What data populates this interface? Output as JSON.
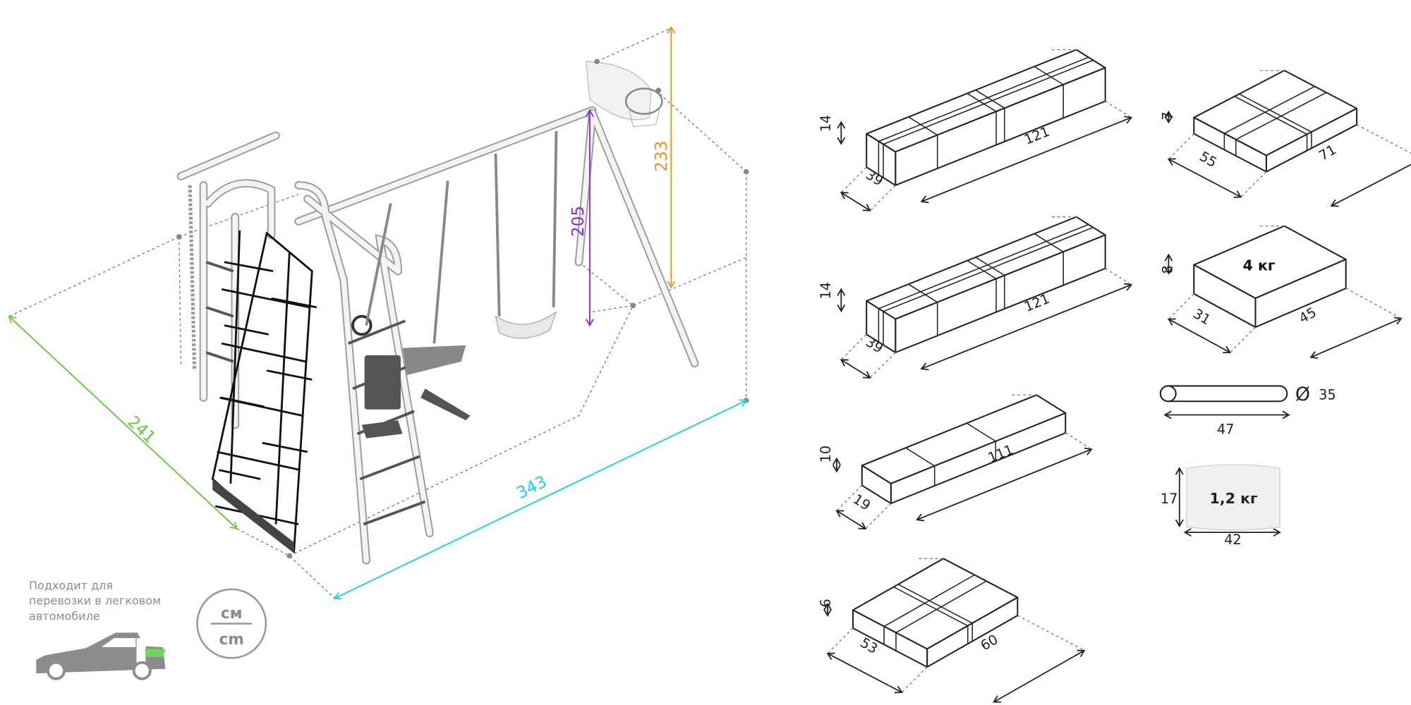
{
  "colors": {
    "width_dim": "#6cc644",
    "length_dim": "#19d3e0",
    "height_dim": "#8a2be2",
    "total_height_dim": "#f39021",
    "car": "#8c8c8c",
    "car_accent": "#6fd65a"
  },
  "product_dimensions": {
    "depth": "241",
    "length": "343",
    "swing_beam_height": "205",
    "total_height": "233"
  },
  "packages": [
    {
      "height": "14",
      "depth": "39",
      "length": "121"
    },
    {
      "height": "14",
      "depth": "39",
      "length": "121"
    },
    {
      "height": "10",
      "depth": "19",
      "length": "111"
    },
    {
      "height": "6",
      "depth": "53",
      "length": "60"
    },
    {
      "height": "7",
      "depth": "55",
      "length": "71"
    },
    {
      "height": "8",
      "depth": "31",
      "length": "45",
      "weight": "4 кг"
    }
  ],
  "tube": {
    "diameter": "35",
    "diameter_symbol": "Ø",
    "length": "47"
  },
  "bag": {
    "height": "17",
    "width": "42",
    "weight": "1,2 кг"
  },
  "car_note": {
    "line1": "Подходит для",
    "line2": "перевозки в легковом",
    "line3": "автомобиле"
  },
  "units": {
    "ru": "см",
    "en": "cm"
  },
  "icons": [
    "car-icon",
    "units-circle-icon",
    "diameter-icon"
  ]
}
